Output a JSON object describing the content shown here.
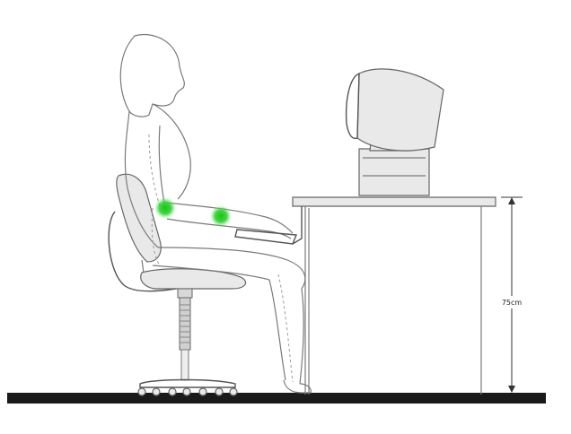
{
  "diagram": {
    "height_label": "75cm",
    "colors": {
      "background": "#ffffff",
      "floor": "#1a1a1a",
      "line": "#7a7a7a",
      "highlight": "#2fd12f"
    },
    "highlights": [
      "elbow-joint",
      "wrist"
    ]
  }
}
